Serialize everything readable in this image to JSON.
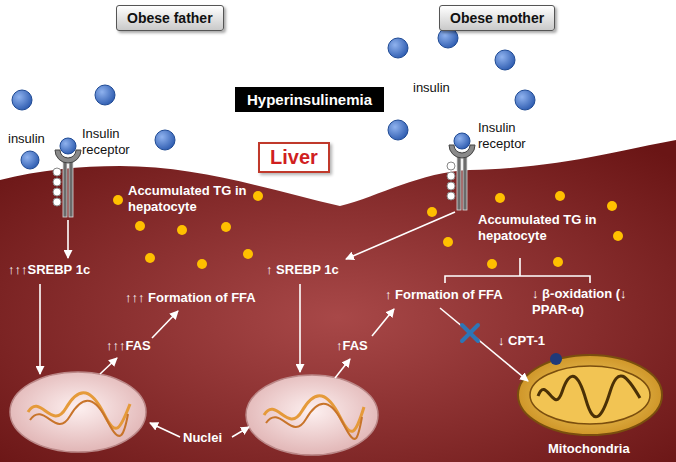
{
  "diagram": {
    "nodes": [
      {
        "text": [
          "Obese father"
        ]
      },
      {
        "text": [
          "Obese mother"
        ]
      },
      {
        "text": [
          "Hyperinsulinemia"
        ]
      },
      {
        "text": [
          "Liver"
        ]
      }
    ],
    "labels": [
      "insulin",
      "Insulin receptor",
      "Accumulated TG in hepatocyte",
      "↑↑↑SREBP 1c",
      "↑↑↑ Formation of FFA",
      "↑↑↑FAS",
      "insulin",
      "Insulin receptor",
      "Accumulated TG in hepatocyte",
      "↑ SREBP 1c",
      "↑ Formation of FFA",
      "↓ β-oxidation (↓ PPAR-α)",
      "↑FAS",
      "↓ CPT-1",
      "Nuclei",
      "Mitochondria"
    ]
  }
}
